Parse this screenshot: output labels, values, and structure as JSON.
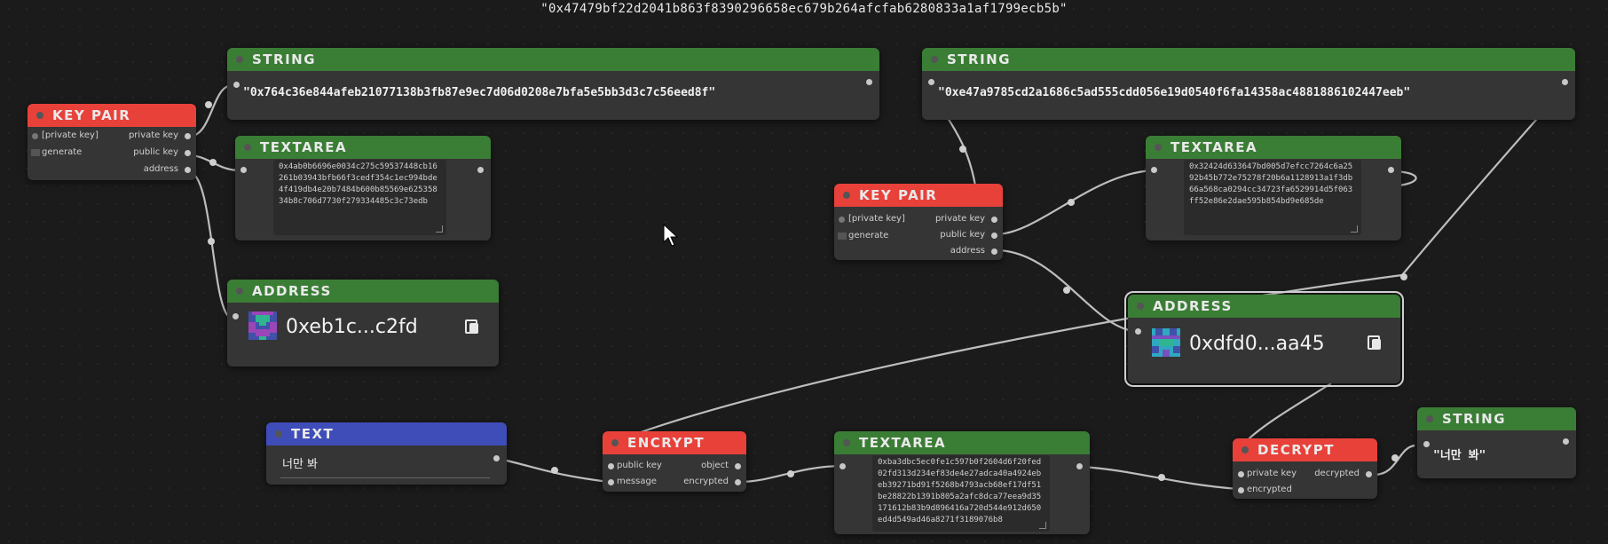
{
  "top_hash": "\"0x47479bf22d2041b863f8390296658ec679b264afcfab6280833a1af1799ecb5b\"",
  "nodes": {
    "keypair1": {
      "title": "KEY PAIR",
      "private_key_input": "[private key]",
      "generate": "generate",
      "out_private": "private key",
      "out_public": "public key",
      "out_address": "address"
    },
    "string1": {
      "title": "STRING",
      "value": "\"0x764c36e844afeb21077138b3fb87e9ec7d06d0208e7bfa5e5bb3d3c7c56eed8f\""
    },
    "textarea1": {
      "title": "TEXTAREA",
      "value": "0x4ab0b6696e0034c275c59537448cb16261b03943bfb66f3cedf354c1ec994bde4f419db4e20b7484b600b85569e62535834b8c706d7730f279334485c3c73edb"
    },
    "address1": {
      "title": "ADDRESS",
      "value": "0xeb1c...c2fd"
    },
    "string2": {
      "title": "STRING",
      "value": "\"0xe47a9785cd2a1686c5ad555cdd056e19d0540f6fa14358ac4881886102447eeb\""
    },
    "keypair2": {
      "title": "KEY PAIR",
      "private_key_input": "[private key]",
      "generate": "generate",
      "out_private": "private key",
      "out_public": "public key",
      "out_address": "address"
    },
    "textarea2": {
      "title": "TEXTAREA",
      "value": "0x32424d633647bd005d7efcc7264c6a2592b45b772e75278f20b6a1128913a1f3db66a568ca0294cc34723fa6529914d5f063ff52e86e2dae595b854bd9e685de"
    },
    "address2": {
      "title": "ADDRESS",
      "value": "0xdfd0...aa45"
    },
    "text1": {
      "title": "TEXT",
      "value": "너만 봐"
    },
    "encrypt": {
      "title": "ENCRYPT",
      "in_public": "public key",
      "in_message": "message",
      "out_object": "object",
      "out_encrypted": "encrypted"
    },
    "textarea3": {
      "title": "TEXTAREA",
      "value": "0xba3dbc5ec0fe1c597b0f2604d6f20fed02fd313d234ef83de4e27adca40a4924ebeb39271bd91f5268b4793acb68ef17df51be28822b1391b805a2afc8dca77eea9d35171612b83b9d896416a720d544e912d650ed4d549ad46a8271f3189076b8"
    },
    "decrypt": {
      "title": "DECRYPT",
      "in_private": "private key",
      "in_encrypted": "encrypted",
      "out_decrypted": "decrypted"
    },
    "string3": {
      "title": "STRING",
      "value": "\"너만 봐\""
    }
  },
  "colors": {
    "red_header": "#e8413a",
    "green_header": "#3a7d35",
    "blue_header": "#3f4db8",
    "canvas": "#1b1b1b",
    "node_body": "#353535"
  },
  "icons": [
    "copy-icon",
    "identicon",
    "mouse-cursor-icon",
    "resize-grip-icon"
  ]
}
